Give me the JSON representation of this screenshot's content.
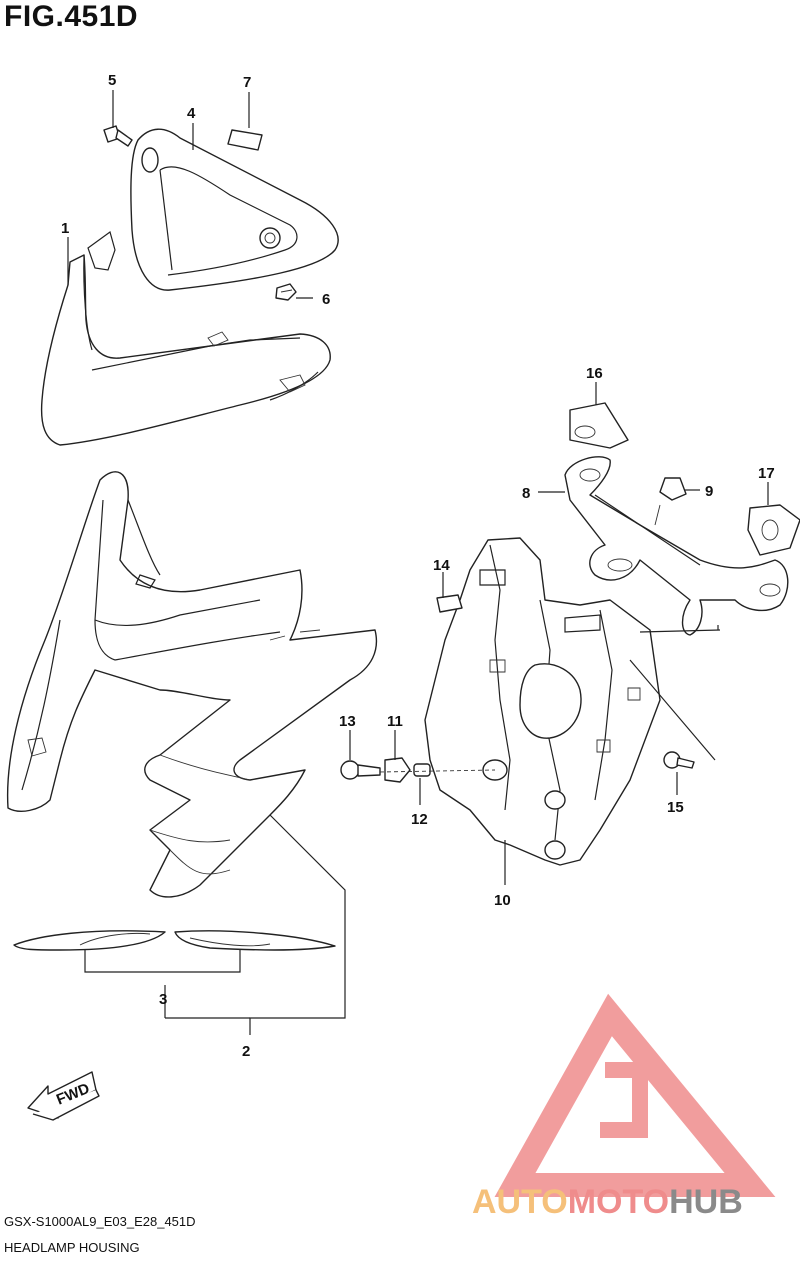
{
  "figure": {
    "title": "FIG.451D",
    "code": "GSX-S1000AL9_E03_E28_451D",
    "name": "HEADLAMP HOUSING"
  },
  "callouts": [
    {
      "id": "1",
      "label": "1"
    },
    {
      "id": "2",
      "label": "2"
    },
    {
      "id": "3",
      "label": "3"
    },
    {
      "id": "4",
      "label": "4"
    },
    {
      "id": "5",
      "label": "5"
    },
    {
      "id": "6",
      "label": "6"
    },
    {
      "id": "7",
      "label": "7"
    },
    {
      "id": "8",
      "label": "8"
    },
    {
      "id": "9",
      "label": "9"
    },
    {
      "id": "10",
      "label": "10"
    },
    {
      "id": "11",
      "label": "11"
    },
    {
      "id": "12",
      "label": "12"
    },
    {
      "id": "13",
      "label": "13"
    },
    {
      "id": "14",
      "label": "14"
    },
    {
      "id": "15",
      "label": "15"
    },
    {
      "id": "16",
      "label": "16"
    },
    {
      "id": "17",
      "label": "17"
    }
  ],
  "direction_marker": {
    "label": "FWD",
    "icon": "fwd-arrow-icon"
  },
  "watermark": {
    "parts": [
      "AUTO",
      "MOTO",
      "HUB"
    ],
    "colors": {
      "auto": "#f5c07a",
      "moto": "#ef8c8c",
      "hub": "#8a8a8a",
      "logo": "#ef8c8c"
    }
  }
}
